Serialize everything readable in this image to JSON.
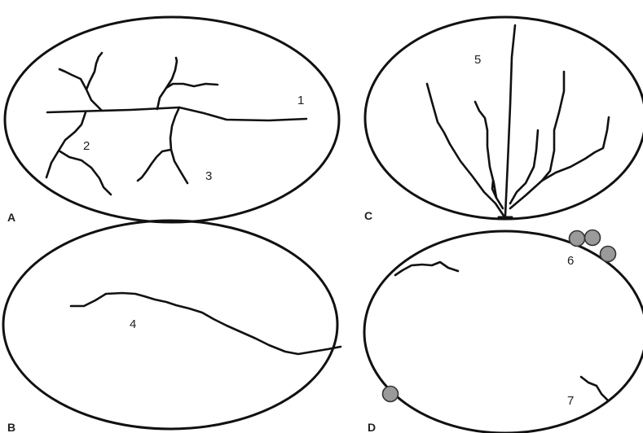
{
  "panels": {
    "a": {
      "label": "A",
      "callouts": [
        "1",
        "2",
        "3"
      ]
    },
    "b": {
      "label": "B",
      "callouts": [
        "4"
      ]
    },
    "c": {
      "label": "C",
      "callouts": [
        "5"
      ]
    },
    "d": {
      "label": "D",
      "callouts": [
        "6",
        "7"
      ]
    }
  },
  "colors": {
    "outline": "#111111",
    "pit_fill": "#9a9a9a",
    "background": "#ffffff"
  }
}
